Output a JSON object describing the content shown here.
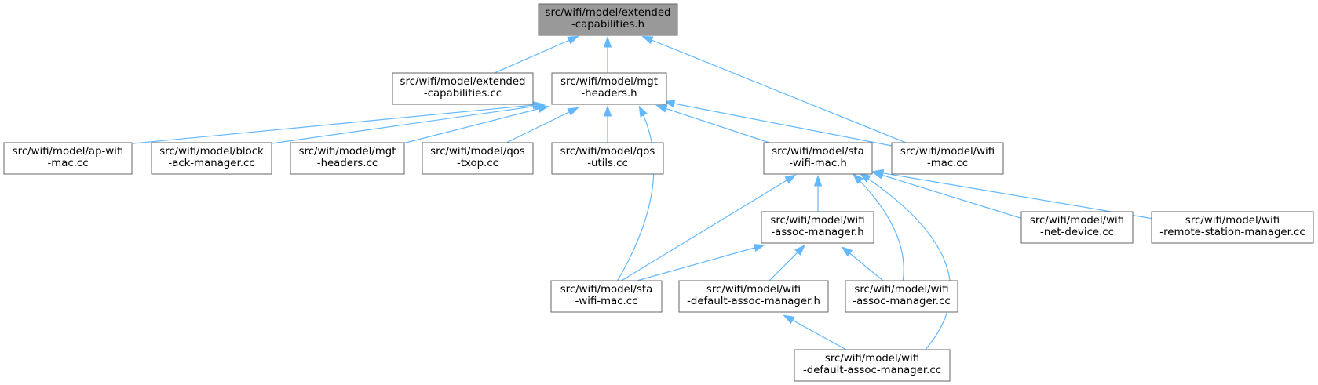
{
  "diagram": {
    "type": "include-dependency-graph",
    "nodes": [
      {
        "id": "root",
        "lines": [
          "src/wifi/model/extended",
          "-capabilities.h"
        ],
        "highlighted": true
      },
      {
        "id": "ext_cc",
        "lines": [
          "src/wifi/model/extended",
          "-capabilities.cc"
        ],
        "highlighted": false
      },
      {
        "id": "mgt_h",
        "lines": [
          "src/wifi/model/mgt",
          "-headers.h"
        ],
        "highlighted": false
      },
      {
        "id": "apwifi",
        "lines": [
          "src/wifi/model/ap-wifi",
          "-mac.cc"
        ],
        "highlighted": false
      },
      {
        "id": "block",
        "lines": [
          "src/wifi/model/block",
          "-ack-manager.cc"
        ],
        "highlighted": false
      },
      {
        "id": "mgt_cc",
        "lines": [
          "src/wifi/model/mgt",
          "-headers.cc"
        ],
        "highlighted": false
      },
      {
        "id": "qostxop",
        "lines": [
          "src/wifi/model/qos",
          "-txop.cc"
        ],
        "highlighted": false
      },
      {
        "id": "qosutils",
        "lines": [
          "src/wifi/model/qos",
          "-utils.cc"
        ],
        "highlighted": false
      },
      {
        "id": "sta_h",
        "lines": [
          "src/wifi/model/sta",
          "-wifi-mac.h"
        ],
        "highlighted": false
      },
      {
        "id": "wifimac",
        "lines": [
          "src/wifi/model/wifi",
          "-mac.cc"
        ],
        "highlighted": false
      },
      {
        "id": "assoc_h",
        "lines": [
          "src/wifi/model/wifi",
          "-assoc-manager.h"
        ],
        "highlighted": false
      },
      {
        "id": "netdev",
        "lines": [
          "src/wifi/model/wifi",
          "-net-device.cc"
        ],
        "highlighted": false
      },
      {
        "id": "remote",
        "lines": [
          "src/wifi/model/wifi",
          "-remote-station-manager.cc"
        ],
        "highlighted": false
      },
      {
        "id": "sta_cc",
        "lines": [
          "src/wifi/model/sta",
          "-wifi-mac.cc"
        ],
        "highlighted": false
      },
      {
        "id": "defassoc_h",
        "lines": [
          "src/wifi/model/wifi",
          "-default-assoc-manager.h"
        ],
        "highlighted": false
      },
      {
        "id": "assoc_cc",
        "lines": [
          "src/wifi/model/wifi",
          "-assoc-manager.cc"
        ],
        "highlighted": false
      },
      {
        "id": "defassoc_cc",
        "lines": [
          "src/wifi/model/wifi",
          "-default-assoc-manager.cc"
        ],
        "highlighted": false
      }
    ],
    "edges": [
      {
        "from": "ext_cc",
        "to": "root"
      },
      {
        "from": "mgt_h",
        "to": "root"
      },
      {
        "from": "wifimac",
        "to": "root"
      },
      {
        "from": "apwifi",
        "to": "mgt_h"
      },
      {
        "from": "block",
        "to": "mgt_h"
      },
      {
        "from": "mgt_cc",
        "to": "mgt_h"
      },
      {
        "from": "qostxop",
        "to": "mgt_h"
      },
      {
        "from": "qosutils",
        "to": "mgt_h"
      },
      {
        "from": "sta_cc",
        "to": "mgt_h"
      },
      {
        "from": "sta_h",
        "to": "mgt_h"
      },
      {
        "from": "wifimac",
        "to": "mgt_h"
      },
      {
        "from": "sta_cc",
        "to": "sta_h"
      },
      {
        "from": "assoc_h",
        "to": "sta_h"
      },
      {
        "from": "assoc_cc",
        "to": "sta_h"
      },
      {
        "from": "defassoc_cc",
        "to": "sta_h"
      },
      {
        "from": "netdev",
        "to": "sta_h"
      },
      {
        "from": "remote",
        "to": "sta_h"
      },
      {
        "from": "sta_cc",
        "to": "assoc_h"
      },
      {
        "from": "defassoc_h",
        "to": "assoc_h"
      },
      {
        "from": "assoc_cc",
        "to": "assoc_h"
      },
      {
        "from": "defassoc_cc",
        "to": "defassoc_h"
      }
    ]
  },
  "colors": {
    "edge": "#63b8ff",
    "node_border": "#666666",
    "root_fill": "#999999",
    "node_fill": "#ffffff"
  }
}
